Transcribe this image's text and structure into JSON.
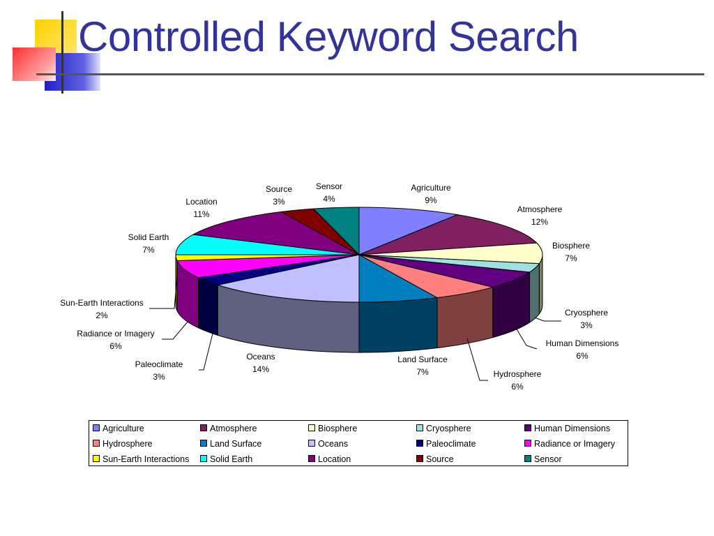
{
  "slide": {
    "title": "Controlled Keyword Search"
  },
  "chart_data": {
    "type": "pie",
    "categories": [
      "Agriculture",
      "Atmosphere",
      "Biosphere",
      "Cryosphere",
      "Human Dimensions",
      "Hydrosphere",
      "Land Surface",
      "Oceans",
      "Paleoclimate",
      "Radiance or Imagery",
      "Sun-Earth Interactions",
      "Solid Earth",
      "Location",
      "Source",
      "Sensor"
    ],
    "values": [
      9,
      12,
      7,
      3,
      6,
      6,
      7,
      14,
      3,
      6,
      2,
      7,
      11,
      3,
      4
    ],
    "labels": [
      "9%",
      "12%",
      "7%",
      "3%",
      "6%",
      "6%",
      "7%",
      "14%",
      "3%",
      "6%",
      "2%",
      "7%",
      "11%",
      "3%",
      "4%"
    ],
    "colors": [
      "#8080ff",
      "#802060",
      "#ffffcc",
      "#a0e0e0",
      "#600080",
      "#ff8080",
      "#0080c0",
      "#c0c0ff",
      "#000080",
      "#ff00ff",
      "#ffff00",
      "#00ffff",
      "#800080",
      "#800000",
      "#008080"
    ],
    "legend_position": "bottom"
  }
}
